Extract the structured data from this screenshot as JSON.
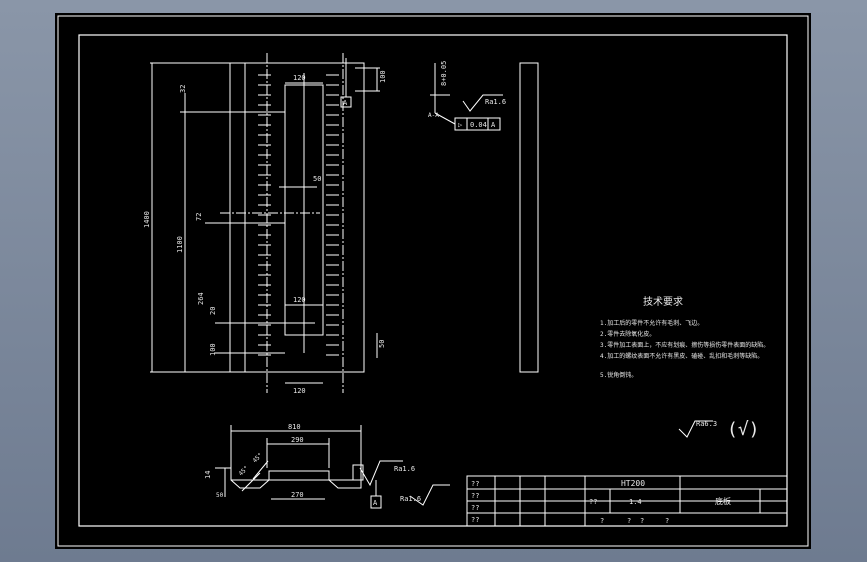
{
  "colors": {
    "background": "#000000",
    "lines": "#ffffff",
    "surround": "#7f8b9e"
  },
  "main_view": {
    "dim_overall_height": "1400",
    "dim_1100": "1100",
    "dim_top_width": "120",
    "dim_top_right": "100",
    "dim_mid_width": "50",
    "dim_lower_width": "120",
    "dim_bottom_width": "120",
    "dim_left_32": "32",
    "dim_left_72": "72",
    "dim_left_264": "264",
    "dim_left_20": "20",
    "dim_left_100": "100",
    "dim_right_50": "50",
    "datum_label": "A"
  },
  "section_note": {
    "section_label": "A-A",
    "dim_vertical": "8+0.05",
    "roughness": "Ra1.6",
    "tolerance_symbol": "▷",
    "tolerance_value": "0.04",
    "tolerance_datum": "A"
  },
  "section_view": {
    "dim_width_total": "810",
    "dim_width_290": "290",
    "dim_width_270": "270",
    "dim_height_14": "14",
    "dim_height_50": "50",
    "dim_angle_1": "45°",
    "dim_angle_2": "45°",
    "roughness_1": "Ra1.6",
    "roughness_2": "Ra1.6",
    "datum_label": "A"
  },
  "tech_requirements": {
    "title": "技术要求",
    "items": [
      "1.加工后的零件不允许有毛刺、飞边。",
      "2.零件去除氧化皮。",
      "3.零件加工表面上，不应有划痕、擦伤等损伤零件表面的缺陷。",
      "4.加工的螺纹表面不允许有黑皮、磕碰、乱扣和毛刺等缺陷。",
      "5.锐角倒钝。"
    ]
  },
  "general_roughness": {
    "value": "Ra6.3",
    "symbol": "(√)"
  },
  "title_block": {
    "left_cells": [
      "??",
      "??",
      "??",
      "??"
    ],
    "material": "HT200",
    "scale_label": "??",
    "scale_value": "1:4",
    "part_name": "底板",
    "bottom_row": [
      "?",
      "?",
      "?",
      "?"
    ]
  }
}
